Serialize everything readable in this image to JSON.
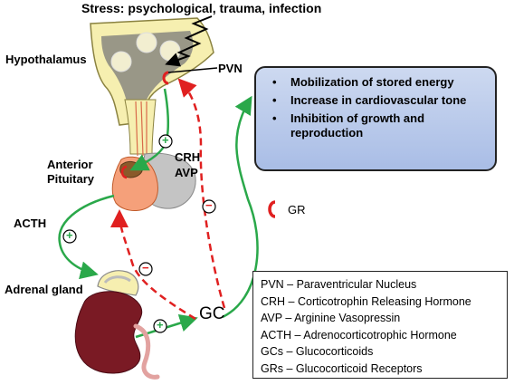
{
  "stress_label": "Stress: psychological, trauma, infection",
  "labels": {
    "hypothalamus": "Hypothalamus",
    "pvn": "PVN",
    "anterior_pituitary_line1": "Anterior",
    "anterior_pituitary_line2": "Pituitary",
    "crh": "CRH",
    "avp": "AVP",
    "acth": "ACTH",
    "adrenal_gland": "Adrenal gland",
    "gc": "GC",
    "gr": "GR"
  },
  "signs": {
    "plus": "+",
    "minus": "−"
  },
  "effects": [
    "Mobilization of stored energy",
    "Increase in cardiovascular tone",
    "Inhibition of growth and reproduction"
  ],
  "legend": [
    "PVN – Paraventricular Nucleus",
    "CRH – Corticotrophin Releasing Hormone",
    "AVP – Arginine Vasopressin",
    "ACTH – Adrenocorticotrophic Hormone",
    "GCs – Glucocorticoids",
    "GRs – Glucocorticoid Receptors"
  ],
  "colors": {
    "stimulation_arrow": "#2aa84a",
    "inhibition_arrow": "#e02020",
    "receptor": "#e02020",
    "effects_box_fill": "#b8c8ea",
    "hypothalamus_fill": "#f6efb0",
    "anterior_pituitary_fill": "#f5a07a",
    "posterior_pituitary_fill": "#c4c4c4",
    "kidney_fill": "#7a1a24"
  }
}
